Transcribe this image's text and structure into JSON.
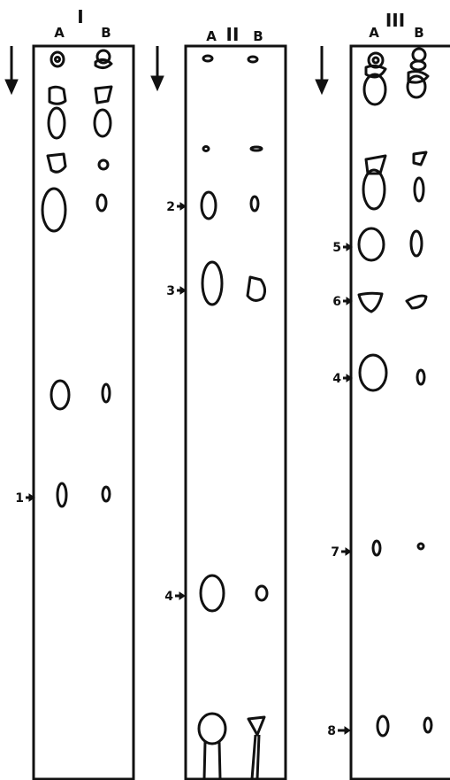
{
  "panels": [
    {
      "numeral": "I",
      "lanes": [
        "A",
        "B"
      ],
      "markers": [
        "1"
      ]
    },
    {
      "numeral": "II",
      "lanes": [
        "A",
        "B"
      ],
      "markers": [
        "2",
        "3",
        "4"
      ]
    },
    {
      "numeral": "III",
      "lanes": [
        "A",
        "B"
      ],
      "markers": [
        "5",
        "6",
        "4",
        "7",
        "8"
      ]
    }
  ],
  "colors": {
    "ink": "#111111",
    "background": "#ffffff"
  },
  "icons": [
    "down-arrow-icon",
    "marker-arrow-icon"
  ]
}
